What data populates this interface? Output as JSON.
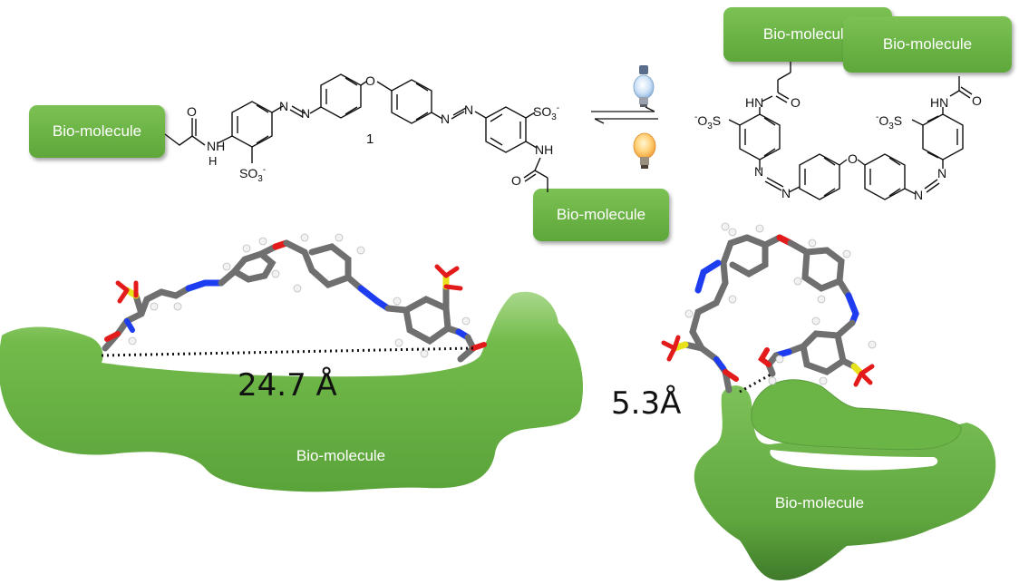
{
  "labels": {
    "bio": "Bio-molecule",
    "compound_number": "1",
    "nh": "NH",
    "hn": "HN",
    "h": "H",
    "n": "N",
    "o": "O",
    "so3_prefix": "SO",
    "so3_suffix": "3",
    "charge": "-",
    "anion_prefix": "O",
    "anion_sub": "3",
    "anion_s": "S"
  },
  "distances": {
    "extended": "24.7 Å",
    "folded": "5.3Å"
  },
  "colors": {
    "biomolecule_green": "#6bb547",
    "carbon": "#6f6f6f",
    "nitrogen": "#1f3df0",
    "oxygen": "#e31b1b",
    "sulfur": "#e8e21a",
    "hydrogen": "#f2f2f2"
  },
  "icons": [
    "light-bulb-blue-icon",
    "light-bulb-warm-icon",
    "equilibrium-arrows-icon"
  ]
}
